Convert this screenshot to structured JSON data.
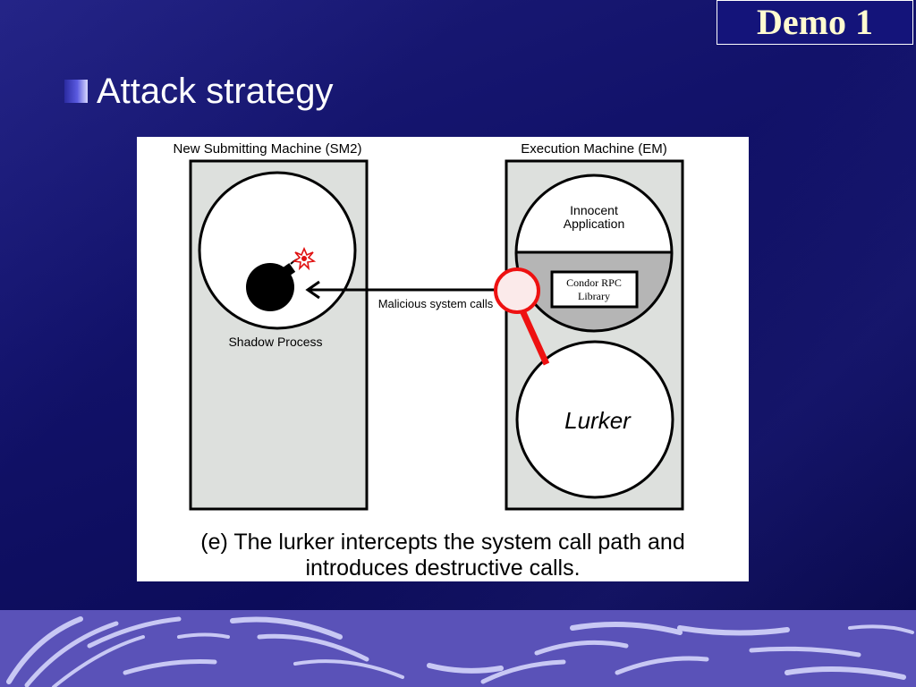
{
  "slide": {
    "tag": "Demo 1",
    "bullet": "Attack strategy"
  },
  "figure": {
    "left_machine_label": "New Submitting Machine (SM2)",
    "right_machine_label": "Execution Machine (EM)",
    "shadow_label": "Shadow Process",
    "innocent_line1": "Innocent",
    "innocent_line2": "Application",
    "rpc_line1": "Condor RPC",
    "rpc_line2": "Library",
    "arrow_label": "Malicious system calls",
    "lurker_label": "Lurker",
    "caption_line1": "(e) The lurker intercepts the system call path and",
    "caption_line2": "introduces destructive calls."
  },
  "colors": {
    "background": "#12126a",
    "panel_fill": "#dde0dd",
    "gray_fill": "#b5b5b5",
    "probe_red": "#ee1111",
    "band": "#5a52b8",
    "band_stripe": "#c8c8f4",
    "tag_text": "#fffbd0"
  },
  "icons": {
    "bullet": "square-bullet-icon",
    "bomb": "bomb-icon",
    "spark": "spark-icon",
    "probe": "magnifier-probe-icon"
  }
}
